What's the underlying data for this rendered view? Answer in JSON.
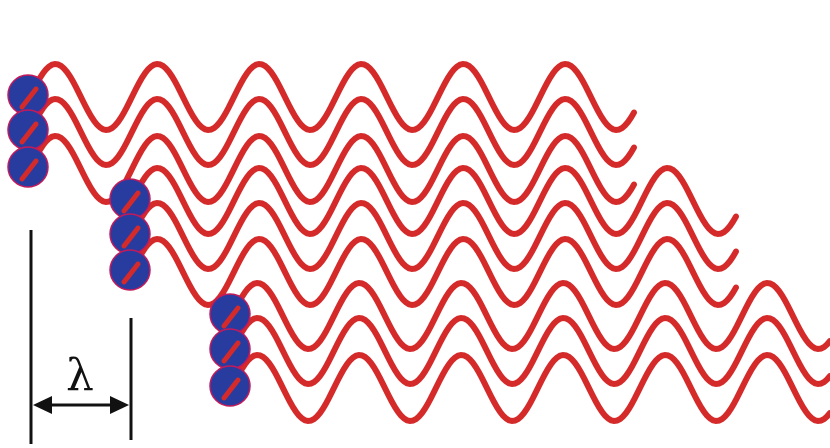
{
  "diagram": {
    "label": "λ",
    "colors": {
      "wave": "#d42a2a",
      "source_fill": "#283ca0",
      "source_stroke": "#c21a5a",
      "line": "#111111",
      "background": "#ffffff"
    },
    "source_groups": 3,
    "sources_per_group": 3
  }
}
